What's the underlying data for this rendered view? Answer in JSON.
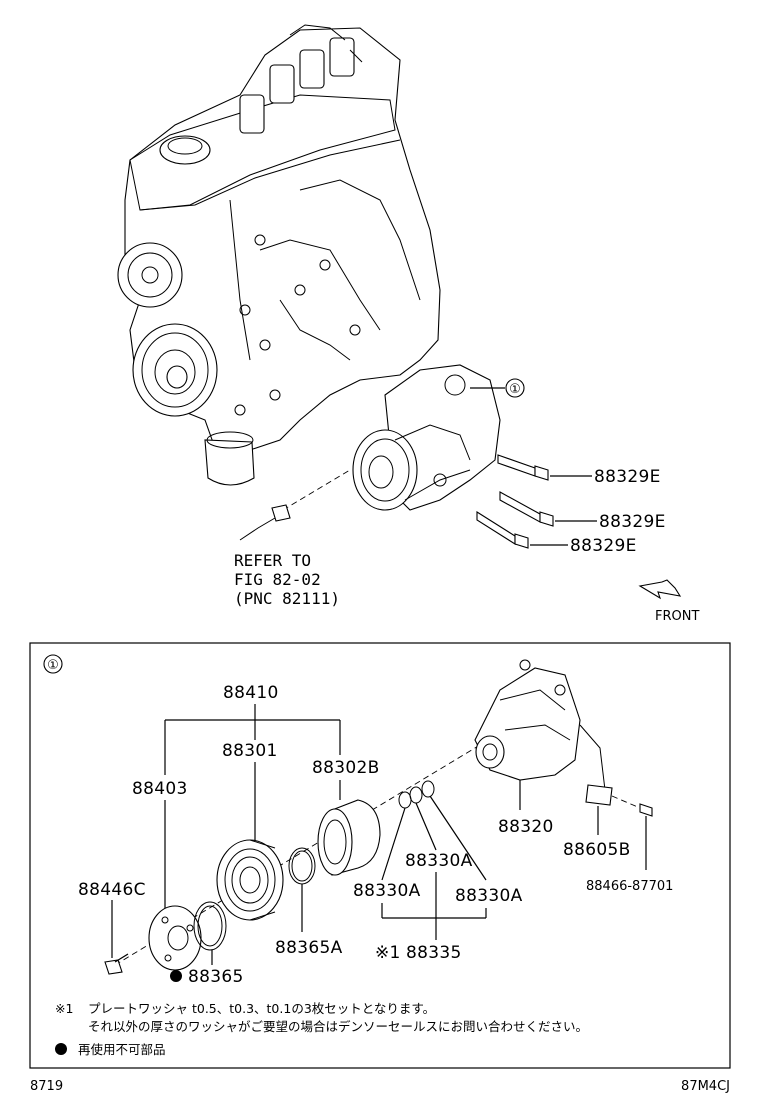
{
  "upper": {
    "callout_symbol": "①",
    "bolt_labels": [
      "88329E",
      "88329E",
      "88329E"
    ],
    "refer": {
      "line1": "REFER TO",
      "line2": "FIG 82-02",
      "line3": "(PNC 82111)"
    },
    "front_label": "FRONT"
  },
  "inset": {
    "symbol": "①",
    "parts": {
      "p88410": "88410",
      "p88301": "88301",
      "p88302B": "88302B",
      "p88403": "88403",
      "p88320": "88320",
      "p88330A_top": "88330A",
      "p88330A_left": "88330A",
      "p88330A_right": "88330A",
      "p88446C": "88446C",
      "p88605B": "88605B",
      "p88466": "88466-87701",
      "p88365A": "88365A",
      "p88365": "88365",
      "p88335_mark": "※1",
      "p88335": "88335"
    },
    "notes": {
      "n1_mark": "※1",
      "n1_line1": "プレートワッシャ t0.5、t0.3、t0.1の3枚セットとなります。",
      "n1_line2": "それ以外の厚さのワッシャがご要望の場合はデンソーセールスにお問い合わせください。",
      "n2_text": "再使用不可部品"
    }
  },
  "footer": {
    "left_code": "8719",
    "right_code": "87M4CJ"
  }
}
